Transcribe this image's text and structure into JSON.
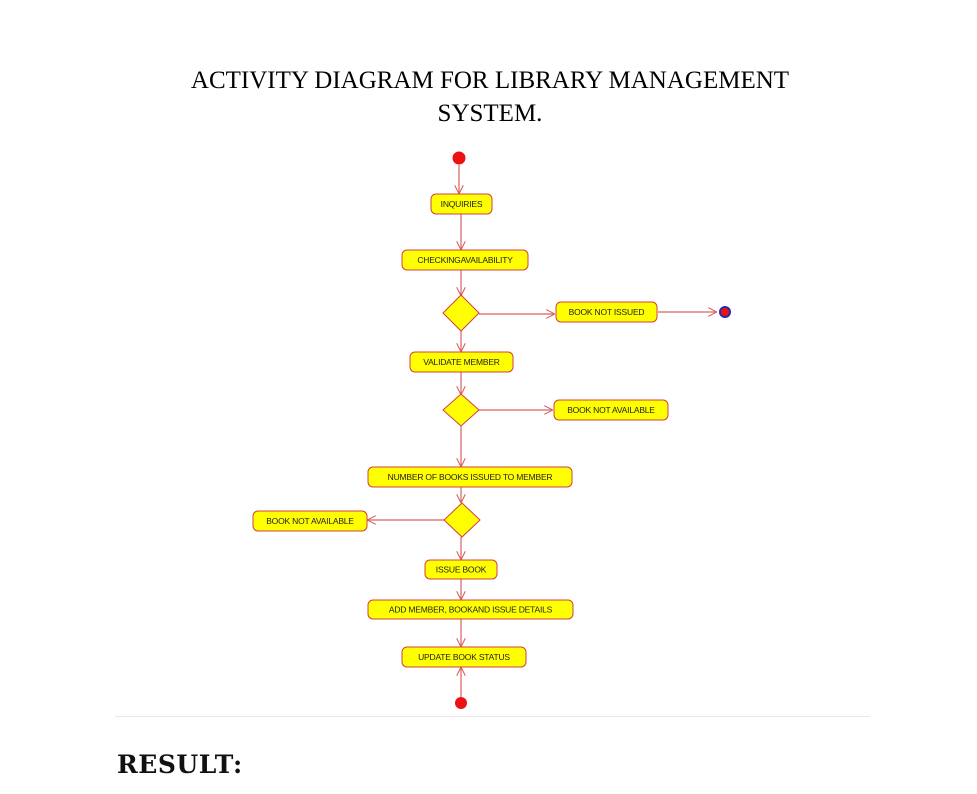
{
  "title": "ACTIVITY DIAGRAM FOR LIBRARY MANAGEMENT SYSTEM.",
  "colors": {
    "node_fill": "#ffff00",
    "node_border": "#d24040",
    "edge": "#d96060",
    "terminal": "#ee1111"
  },
  "nodes": {
    "inquiries": "INQUIRIES",
    "checking_availability": "CHECKINGAVAILABILITY",
    "book_not_issued": "BOOK NOT ISSUED",
    "validate_member": "VALIDATE MEMBER",
    "book_not_available_right": "BOOK NOT AVAILABLE",
    "number_of_books_issued": "NUMBER OF BOOKS ISSUED TO MEMBER",
    "book_not_available_left": "BOOK NOT AVAILABLE",
    "issue_book": "ISSUE BOOK",
    "add_details": "ADD MEMBER, BOOKAND ISSUE DETAILS",
    "update_book_status": "UPDATE BOOK STATUS"
  },
  "result_heading": "RESULT:"
}
